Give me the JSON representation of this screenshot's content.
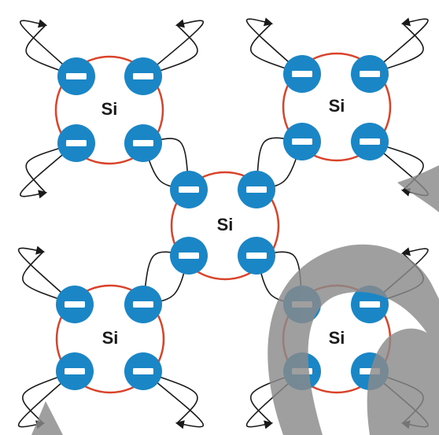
{
  "diagram": {
    "atom_symbol": "Si",
    "atoms": [
      {
        "id": "top-left",
        "label": "Si"
      },
      {
        "id": "top-right",
        "label": "Si"
      },
      {
        "id": "center",
        "label": "Si"
      },
      {
        "id": "bottom-left",
        "label": "Si"
      },
      {
        "id": "bottom-right",
        "label": "Si"
      }
    ],
    "electron_icon": "minus-sign",
    "colors": {
      "electron_fill": "#1b86c6",
      "electron_minus": "#ffffff",
      "ring": "#d9432a",
      "orbit": "#1a1a1a",
      "watermark": "#8a8a8a"
    },
    "watermark_icon": "curved-swoosh-watermark"
  }
}
